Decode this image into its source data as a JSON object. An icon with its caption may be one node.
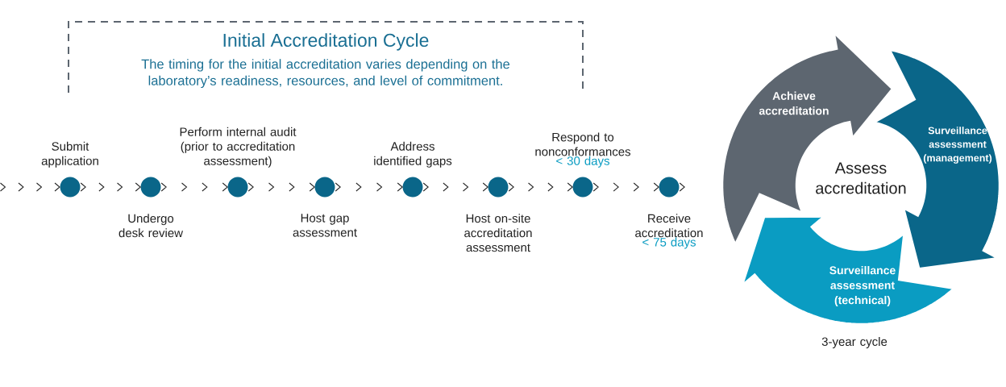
{
  "diagram": {
    "nodes": [
      {
        "text": [
          "Initial Accreditation Cycle",
          "The timing for the initial accreditation varies depending on the laboratory’s readiness, resources, and level of commitment."
        ]
      },
      {
        "text": [],
        "shape": "circle",
        "beside": [
          "Submit application"
        ]
      },
      {
        "text": [],
        "shape": "circle",
        "beside": [
          "Undergo desk review"
        ]
      },
      {
        "text": [],
        "shape": "circle",
        "beside": [
          "Perform internal audit (prior to accreditation assessment)"
        ]
      },
      {
        "text": [],
        "shape": "circle",
        "beside": [
          "Host gap assessment"
        ]
      },
      {
        "text": [],
        "shape": "circle",
        "beside": [
          "Address identified gaps"
        ]
      },
      {
        "text": [],
        "shape": "circle",
        "beside": [
          "Host on-site accreditation assessment"
        ]
      },
      {
        "text": [],
        "shape": "circle",
        "beside": [
          "Respond to nonconformances",
          "< 30 days"
        ]
      },
      {
        "text": [],
        "shape": "circle",
        "beside": [
          "Receive accreditation",
          "< 75 days"
        ]
      },
      {
        "text": [
          "Achieve accreditation"
        ]
      },
      {
        "text": [
          "Surveillance assessment (management)"
        ]
      },
      {
        "text": [
          "Surveillance assessment (technical)"
        ]
      }
    ],
    "edges": [
      {
        "from": null,
        "to": 1,
        "arrow": "to"
      },
      {
        "from": 1,
        "to": 2,
        "arrow": "to"
      },
      {
        "from": 2,
        "to": 3,
        "arrow": "to"
      },
      {
        "from": 3,
        "to": 4,
        "arrow": "to"
      },
      {
        "from": 4,
        "to": 5,
        "arrow": "to"
      },
      {
        "from": 5,
        "to": 6,
        "arrow": "to"
      },
      {
        "from": 6,
        "to": 7,
        "arrow": "to"
      },
      {
        "from": 7,
        "to": 8,
        "arrow": "to"
      },
      {
        "from": 8,
        "to": null,
        "arrow": "to"
      }
    ],
    "labels": [
      "Assess accreditation",
      "3-year cycle"
    ]
  }
}
